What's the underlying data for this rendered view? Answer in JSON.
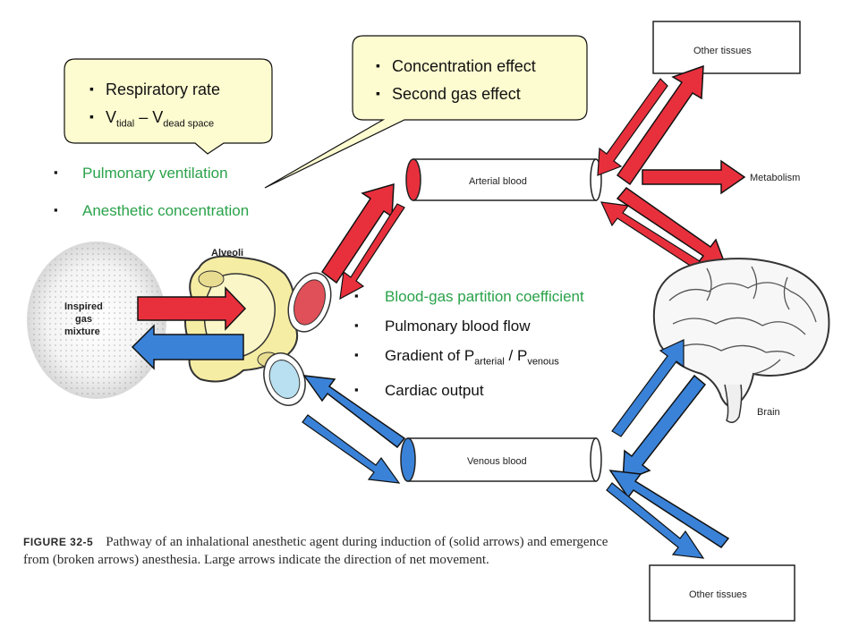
{
  "callouts": {
    "ventilation_items": [
      "Respiratory rate"
    ],
    "v_tidal": {
      "v": "V",
      "tidal": "tidal",
      "dash": " – V",
      "dead": "dead space"
    },
    "gas_effects": [
      "Concentration effect",
      "Second gas effect"
    ]
  },
  "green_list": [
    "Pulmonary ventilation",
    "Anesthetic concentration"
  ],
  "factors": {
    "blood_gas": "Blood-gas partition coefficient",
    "pulmonary_flow": "Pulmonary blood flow",
    "gradient": {
      "prefix": "Gradient of P",
      "arterial": "arterial",
      "mid": " / P",
      "venous": "venous"
    },
    "cardiac": "Cardiac output"
  },
  "labels": {
    "alveoli": "Alveoli",
    "inspired_1": "Inspired",
    "inspired_2": "gas",
    "inspired_3": "mixture",
    "arterial": "Arterial blood",
    "venous": "Venous blood",
    "other_tissues_top": "Other tissues",
    "other_tissues_bottom": "Other tissues",
    "metabolism": "Metabolism",
    "brain": "Brain"
  },
  "caption": {
    "figure": "FIGURE 32-5",
    "text": "Pathway of an inhalational anesthetic agent during induction of (solid arrows) and emergence from (broken arrows) anesthesia. Large arrows indicate the direction of net movement."
  },
  "colors": {
    "red_arrow": "#e8303d",
    "blue_arrow": "#3a82d8",
    "callout_fill": "#fdfbd0",
    "green_text": "#2aa24a"
  }
}
